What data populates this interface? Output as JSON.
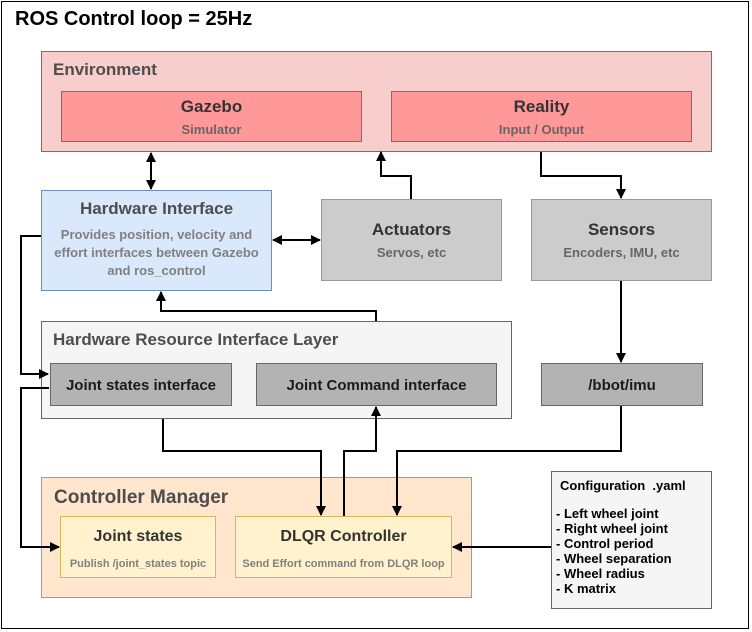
{
  "diagram_title": "ROS Control loop = 25Hz",
  "environment": {
    "title": "Environment",
    "gazebo": {
      "title": "Gazebo",
      "subtitle": "Simulator"
    },
    "reality": {
      "title": "Reality",
      "subtitle": "Input / Output"
    }
  },
  "hardware_interface": {
    "title": "Hardware Interface",
    "description": "Provides position, velocity and effort interfaces between Gazebo and ros_control"
  },
  "actuators": {
    "title": "Actuators",
    "subtitle": "Servos, etc"
  },
  "sensors": {
    "title": "Sensors",
    "subtitle": "Encoders, IMU, etc"
  },
  "resource_layer": {
    "title": "Hardware Resource Interface Layer",
    "joint_states_interface": "Joint states interface",
    "joint_command_interface": "Joint Command interface"
  },
  "imu_topic": "/bbot/imu",
  "controller_manager": {
    "title": "Controller Manager",
    "joint_states": {
      "title": "Joint states",
      "subtitle": "Publish /joint_states topic"
    },
    "dlqr": {
      "title": "DLQR Controller",
      "subtitle": "Send Effort command from DLQR  loop"
    }
  },
  "configuration": {
    "title": "Configuration  .yaml",
    "items": [
      "- Left wheel joint",
      "- Right wheel joint",
      "- Control period",
      "- Wheel separation",
      "- Wheel radius",
      "- K matrix"
    ]
  }
}
